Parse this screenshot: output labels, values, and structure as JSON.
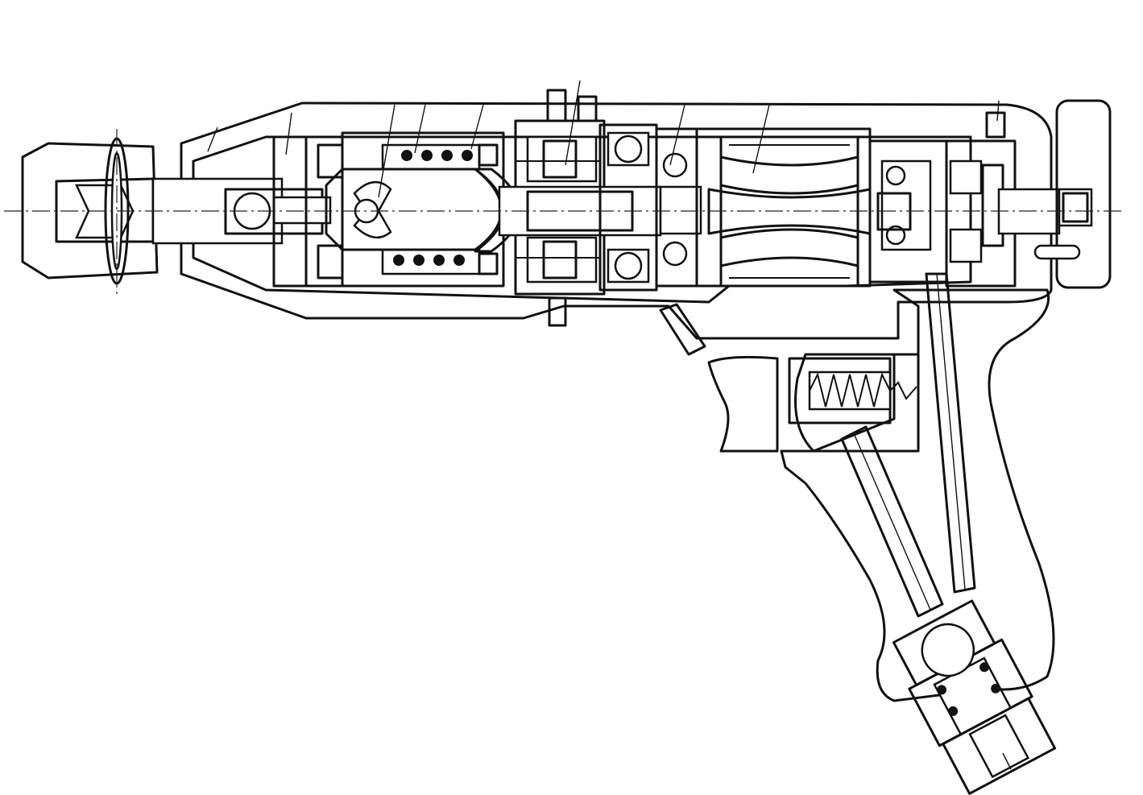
{
  "drawing": {
    "colors": {
      "ink": "#111111",
      "paper": "#ffffff"
    },
    "parts": [
      "collet-nut",
      "front-housing",
      "clutch-jaw",
      "spring-pack",
      "planetary-gear",
      "ball-bearing",
      "air-motor-rotor",
      "rear-bearing",
      "end-knob",
      "pistol-grip",
      "trigger",
      "throttle-valve",
      "air-inlet-fitting"
    ]
  }
}
